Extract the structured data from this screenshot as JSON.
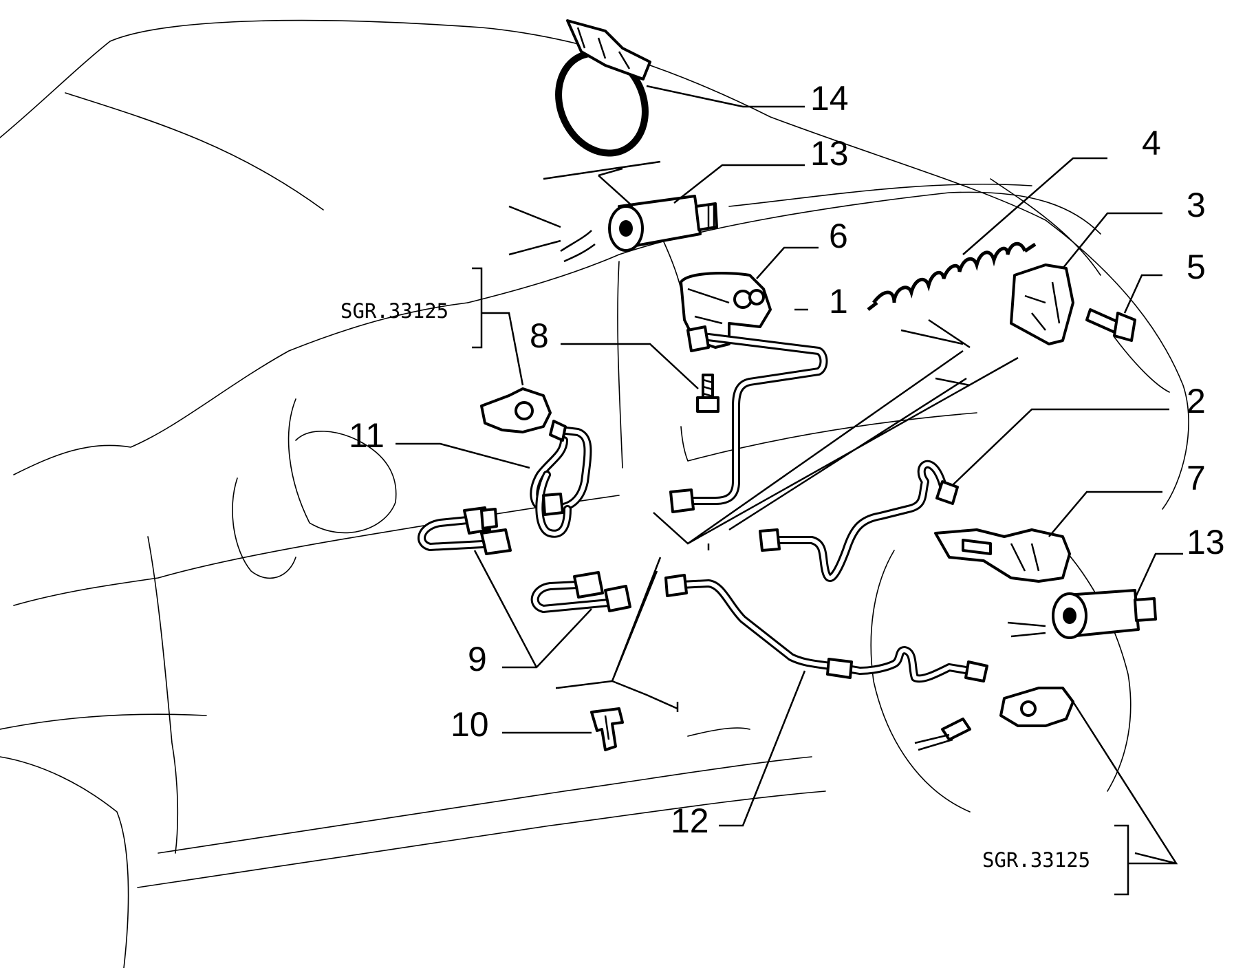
{
  "labels": {
    "p1": "1",
    "p2": "2",
    "p3": "3",
    "p4": "4",
    "p5": "5",
    "p6": "6",
    "p7": "7",
    "p8": "8",
    "p9": "9",
    "p10": "10",
    "p11": "11",
    "p12": "12",
    "p13a": "13",
    "p13b": "13",
    "p14": "14"
  },
  "references": {
    "upper": "SGR.33125",
    "lower": "SGR.33125"
  }
}
